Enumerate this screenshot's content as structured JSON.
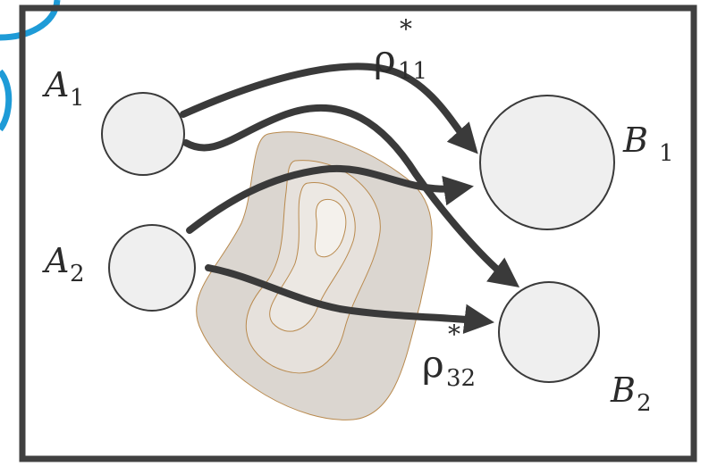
{
  "nodes": {
    "a1": {
      "name": "A",
      "sub": "1"
    },
    "a2": {
      "name": "A",
      "sub": "2"
    },
    "b1": {
      "name": "B",
      "sub": "1"
    },
    "b2": {
      "name": "B",
      "sub": "2"
    }
  },
  "flows": {
    "rho11": {
      "symbol": "ρ",
      "sup": "*",
      "sub": "11"
    },
    "rho32": {
      "symbol": "ρ",
      "sup": "*",
      "sub": "32"
    }
  },
  "colors": {
    "frame": "#404040",
    "arrow": "#3a3a3a",
    "node_fill": "#efefef",
    "node_stroke": "#3a3a3a",
    "contour_outer": "#dbd6d0",
    "contour_mid": "#e6e1dc",
    "contour_inner": "#f1eee9",
    "contour_line": "#b98a4e",
    "accent_blue": "#1e9bd7"
  }
}
